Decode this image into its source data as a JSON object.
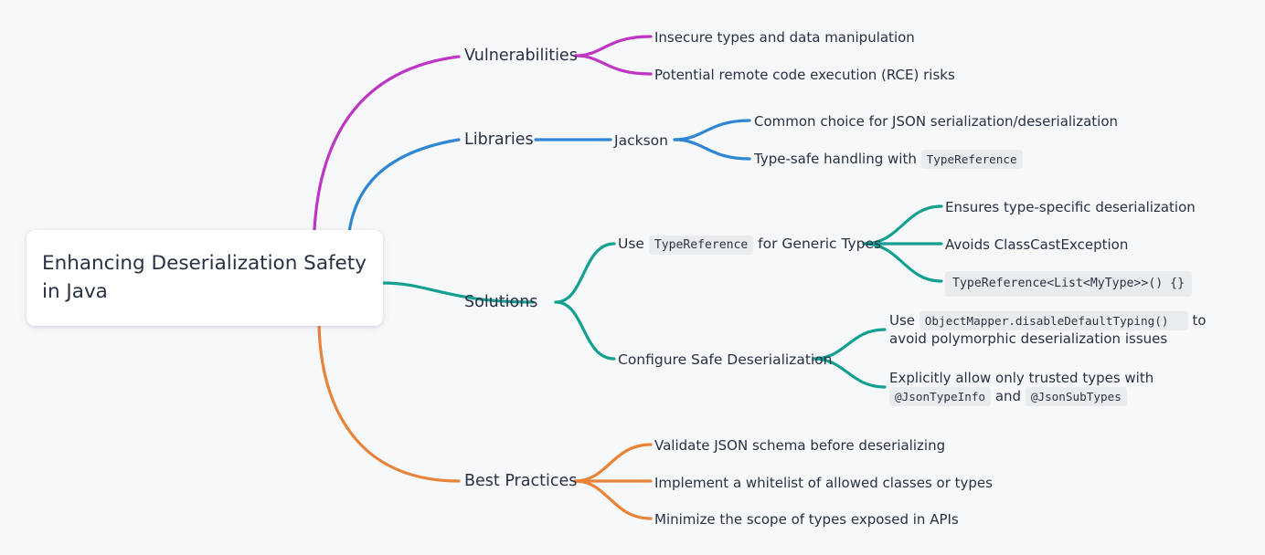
{
  "theme": {
    "background": "#f7f8fa",
    "text_color": "#283144",
    "root_fill": "#ffffff",
    "code_badge_bg": "#e9ecef",
    "branch_colors": {
      "vulnerabilities": "#bf35c4",
      "libraries": "#2f86d4",
      "solutions": "#13a091",
      "best_practices": "#e8833a"
    }
  },
  "root": {
    "label": "Enhancing Deserialization Safety in Java"
  },
  "branches": [
    {
      "id": "vulnerabilities",
      "label": "Vulnerabilities",
      "color": "#bf35c4",
      "children": [
        {
          "label": "Insecure types and data manipulation"
        },
        {
          "label": "Potential remote code execution (RCE) risks"
        }
      ]
    },
    {
      "id": "libraries",
      "label": "Libraries",
      "color": "#2f86d4",
      "children": [
        {
          "label": "Jackson",
          "children": [
            {
              "label": "Common choice for JSON serialization/deserialization"
            },
            {
              "parts": [
                {
                  "type": "text",
                  "value": "Type-safe handling with "
                },
                {
                  "type": "code",
                  "value": "TypeReference"
                }
              ]
            }
          ]
        }
      ]
    },
    {
      "id": "solutions",
      "label": "Solutions",
      "color": "#13a091",
      "children": [
        {
          "label_parts": [
            {
              "type": "text",
              "value": "Use "
            },
            {
              "type": "code",
              "value": "TypeReference"
            },
            {
              "type": "text",
              "value": " for Generic Types"
            }
          ],
          "children": [
            {
              "label": "Ensures type-specific deserialization"
            },
            {
              "label": "Avoids ClassCastException"
            },
            {
              "code_only": "TypeReference<List<MyType>>() {}"
            }
          ]
        },
        {
          "label": "Configure Safe Deserialization",
          "children": [
            {
              "parts": [
                {
                  "type": "text",
                  "value": "Use "
                },
                {
                  "type": "code",
                  "value": "ObjectMapper.disableDefaultTyping()  "
                },
                {
                  "type": "text",
                  "value": " to avoid polymorphic deserialization issues"
                }
              ]
            },
            {
              "parts": [
                {
                  "type": "text",
                  "value": "Explicitly allow only trusted types with "
                },
                {
                  "type": "code",
                  "value": "@JsonTypeInfo"
                },
                {
                  "type": "text",
                  "value": " and "
                },
                {
                  "type": "code",
                  "value": "@JsonSubTypes"
                }
              ]
            }
          ]
        }
      ]
    },
    {
      "id": "best_practices",
      "label": "Best Practices",
      "color": "#e8833a",
      "children": [
        {
          "label": "Validate JSON schema before deserializing"
        },
        {
          "label": "Implement a whitelist of allowed classes or types"
        },
        {
          "label": "Minimize the scope of types exposed in APIs"
        }
      ]
    }
  ]
}
